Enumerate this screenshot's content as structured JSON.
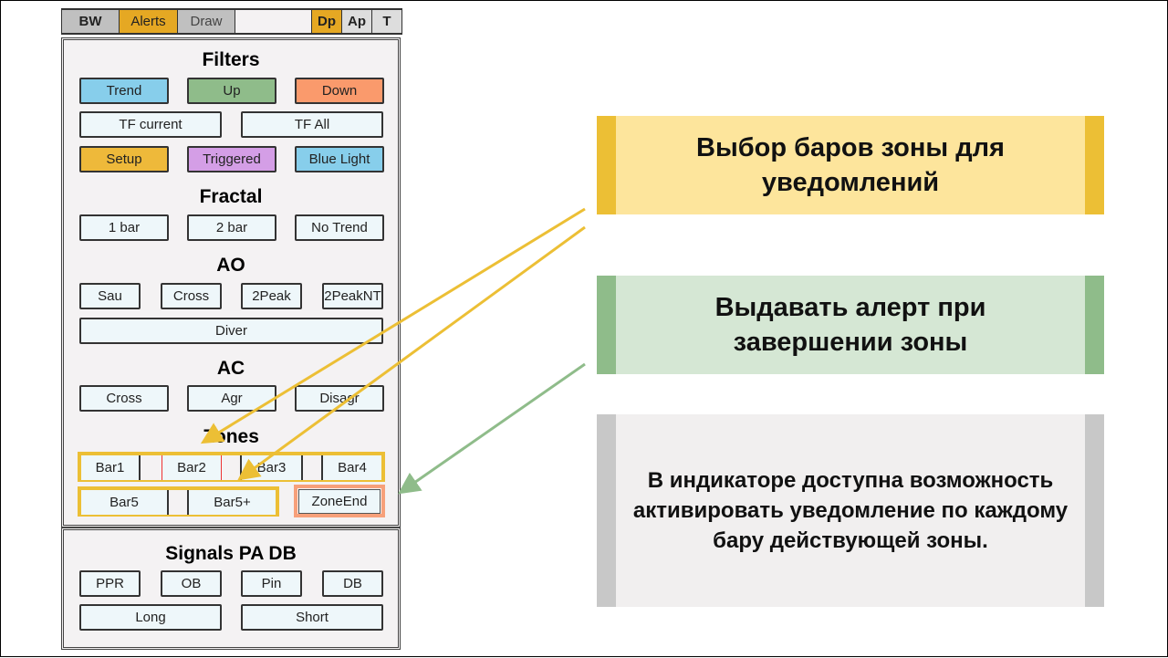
{
  "tabs": {
    "bw": "BW",
    "alerts": "Alerts",
    "draw": "Draw",
    "dp": "Dp",
    "ap": "Ap",
    "t": "T"
  },
  "filters": {
    "title": "Filters",
    "trend": "Trend",
    "up": "Up",
    "down": "Down",
    "tf_current": "TF current",
    "tf_all": "TF All",
    "setup": "Setup",
    "triggered": "Triggered",
    "blue_light": "Blue Light"
  },
  "fractal": {
    "title": "Fractal",
    "b1": "1 bar",
    "b2": "2 bar",
    "no_trend": "No Trend"
  },
  "ao": {
    "title": "AO",
    "sau": "Sau",
    "cross": "Cross",
    "peak2": "2Peak",
    "peak2nt": "2PeakNT",
    "diver": "Diver"
  },
  "ac": {
    "title": "AC",
    "cross": "Cross",
    "agr": "Agr",
    "disagr": "Disagr"
  },
  "zones": {
    "title": "Zones",
    "bar1": "Bar1",
    "bar2": "Bar2",
    "bar3": "Bar3",
    "bar4": "Bar4",
    "bar5": "Bar5",
    "bar5p": "Bar5+",
    "zone_end": "ZoneEnd"
  },
  "signals": {
    "title": "Signals PA DB",
    "ppr": "PPR",
    "ob": "OB",
    "pin": "Pin",
    "db": "DB",
    "long": "Long",
    "short": "Short"
  },
  "callouts": {
    "c1": "Выбор баров зоны для уведомлений",
    "c2": "Выдавать алерт при завершении зоны",
    "c3": "В индикаторе доступна возможность активировать уведомление по каждому бару действующей зоны."
  },
  "colors": {
    "yellow": "#ecbf35",
    "green": "#8fbc8a",
    "gray": "#c8c8c8",
    "salmon": "#f7a07a"
  }
}
